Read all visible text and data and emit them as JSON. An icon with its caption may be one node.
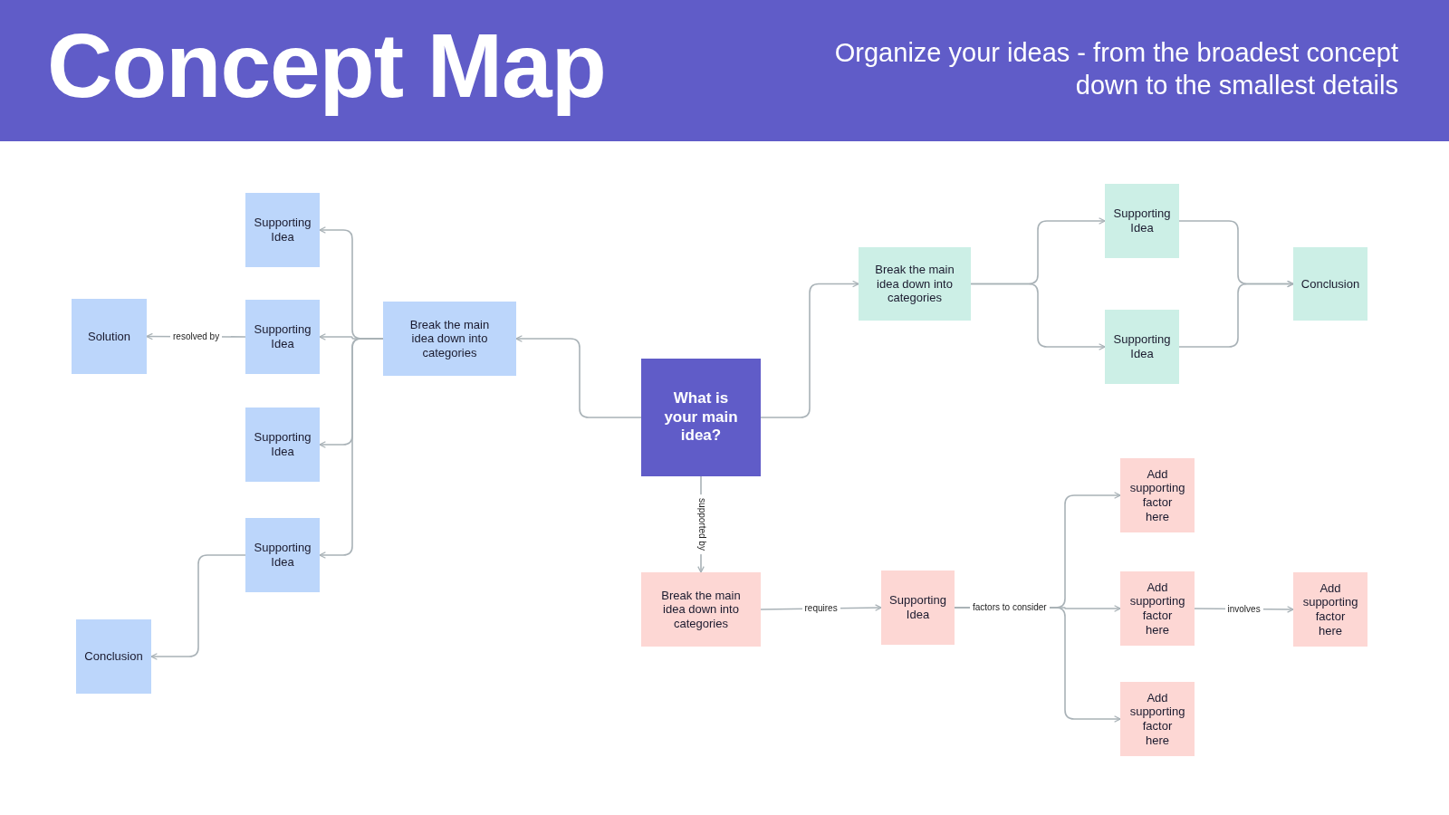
{
  "diagram": {
    "title": "Concept Map",
    "nodes": [
      {
        "text": [
          "What is your main idea?"
        ]
      },
      {
        "text": [
          "Break the main idea down into categories"
        ]
      },
      {
        "text": [
          "Supporting Idea"
        ]
      },
      {
        "text": [
          "Supporting Idea"
        ]
      },
      {
        "text": [
          "Solution"
        ]
      },
      {
        "text": [
          "Supporting Idea"
        ]
      },
      {
        "text": [
          "Supporting Idea"
        ]
      },
      {
        "text": [
          "Conclusion"
        ]
      },
      {
        "text": [
          "Break the main idea down into categories"
        ]
      },
      {
        "text": [
          "Supporting Idea"
        ]
      },
      {
        "text": [
          "Supporting Idea"
        ]
      },
      {
        "text": [
          "Conclusion"
        ]
      },
      {
        "text": [
          "Break the main idea down into categories"
        ]
      },
      {
        "text": [
          "Supporting Idea"
        ]
      },
      {
        "text": [
          "Add supporting factor here"
        ]
      },
      {
        "text": [
          "Add supporting factor here"
        ]
      },
      {
        "text": [
          "Add supporting factor here"
        ]
      },
      {
        "text": [
          "Add supporting factor here"
        ]
      }
    ],
    "edges": [
      {
        "from": 0,
        "to": 1,
        "arrow": "to"
      },
      {
        "from": 1,
        "to": 2,
        "arrow": "to"
      },
      {
        "from": 1,
        "to": 3,
        "arrow": "to"
      },
      {
        "from": 1,
        "to": 5,
        "arrow": "to"
      },
      {
        "from": 1,
        "to": 6,
        "arrow": "to"
      },
      {
        "from": 3,
        "to": 4,
        "arrow": "to",
        "label": "resolved by"
      },
      {
        "from": 6,
        "to": 7,
        "arrow": "to"
      },
      {
        "from": 0,
        "to": 8,
        "arrow": "to"
      },
      {
        "from": 8,
        "to": 9,
        "arrow": "to"
      },
      {
        "from": 8,
        "to": 10,
        "arrow": "to"
      },
      {
        "from": 9,
        "to": 11,
        "arrow": "to"
      },
      {
        "from": 10,
        "to": 11,
        "arrow": "to"
      },
      {
        "from": 0,
        "to": 12,
        "arrow": "to",
        "label": "supported by"
      },
      {
        "from": 12,
        "to": 13,
        "arrow": "to",
        "label": "requires"
      },
      {
        "from": 13,
        "to": 14,
        "arrow": "to"
      },
      {
        "from": 13,
        "to": 15,
        "arrow": "to",
        "label": "factors to consider"
      },
      {
        "from": 13,
        "to": 17,
        "arrow": "to"
      },
      {
        "from": 15,
        "to": 16,
        "arrow": "to",
        "label": "involves"
      }
    ],
    "labels": [
      "Organize your ideas - from the broadest concept down to the smallest details"
    ]
  }
}
